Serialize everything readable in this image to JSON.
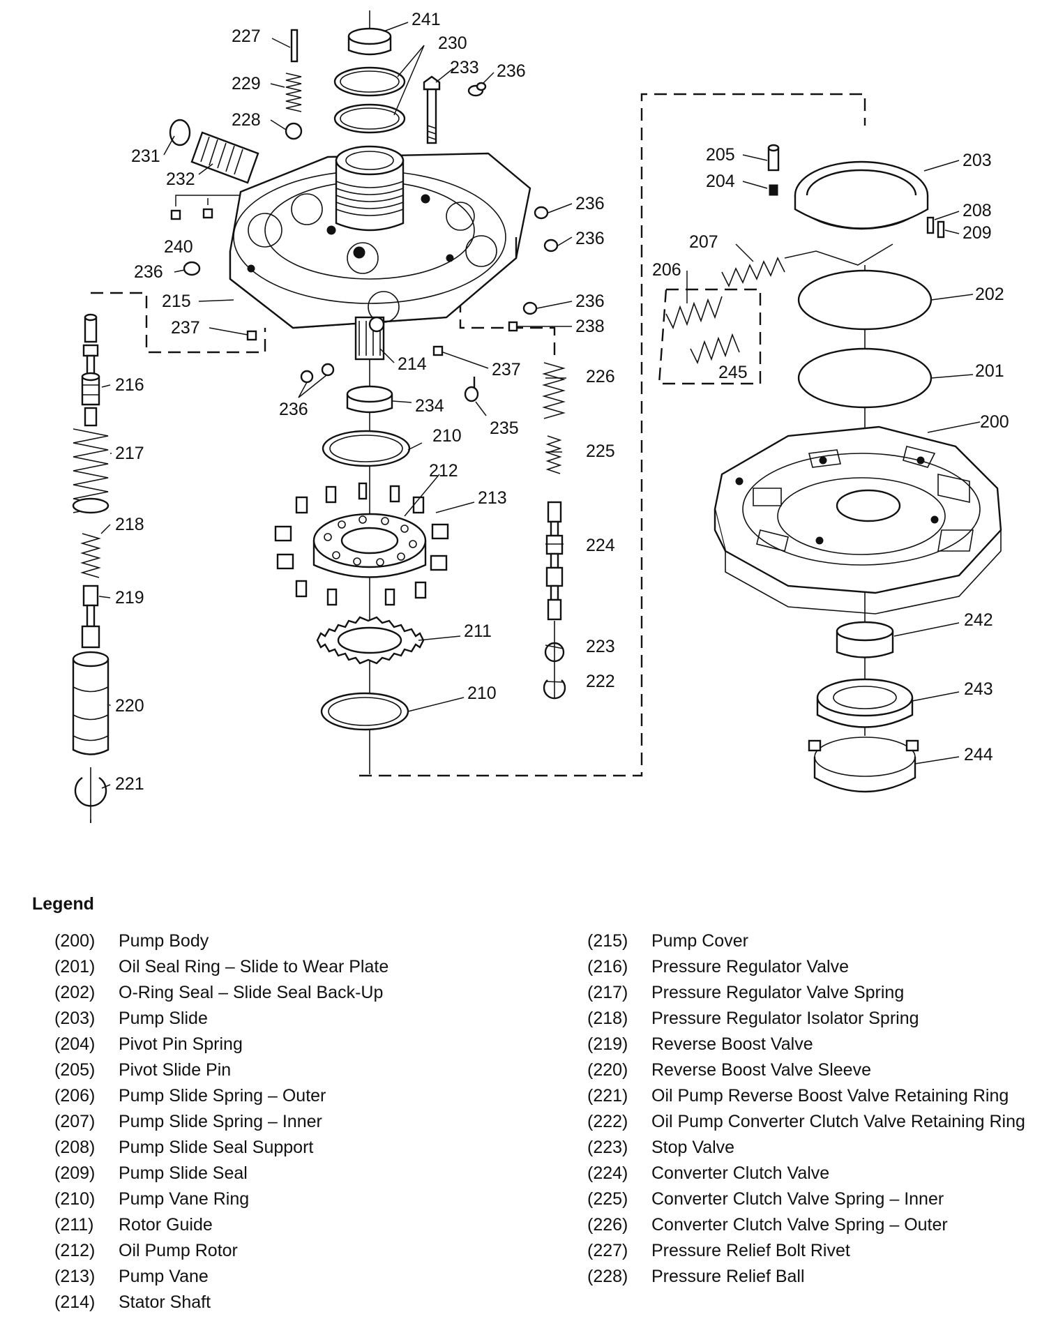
{
  "callouts": [
    "200",
    "201",
    "202",
    "203",
    "204",
    "205",
    "206",
    "207",
    "208",
    "209",
    "210",
    "210",
    "211",
    "212",
    "213",
    "214",
    "215",
    "216",
    "217",
    "218",
    "219",
    "220",
    "221",
    "222",
    "223",
    "224",
    "225",
    "226",
    "227",
    "228",
    "229",
    "230",
    "231",
    "232",
    "233",
    "234",
    "235",
    "236",
    "236",
    "236",
    "236",
    "236",
    "236",
    "236",
    "237",
    "237",
    "238",
    "240",
    "241",
    "242",
    "243",
    "244",
    "245"
  ],
  "legend": {
    "title": "Legend",
    "left": [
      {
        "num": "(200)",
        "name": "Pump Body"
      },
      {
        "num": "(201)",
        "name": "Oil Seal Ring – Slide to Wear Plate"
      },
      {
        "num": "(202)",
        "name": "O-Ring Seal – Slide Seal Back-Up"
      },
      {
        "num": "(203)",
        "name": "Pump Slide"
      },
      {
        "num": "(204)",
        "name": "Pivot Pin Spring"
      },
      {
        "num": "(205)",
        "name": "Pivot Slide Pin"
      },
      {
        "num": "(206)",
        "name": "Pump Slide Spring – Outer"
      },
      {
        "num": "(207)",
        "name": "Pump Slide Spring – Inner"
      },
      {
        "num": "(208)",
        "name": "Pump Slide Seal Support"
      },
      {
        "num": "(209)",
        "name": "Pump Slide Seal"
      },
      {
        "num": "(210)",
        "name": "Pump Vane Ring"
      },
      {
        "num": "(211)",
        "name": "Rotor Guide"
      },
      {
        "num": "(212)",
        "name": "Oil Pump Rotor"
      },
      {
        "num": "(213)",
        "name": "Pump Vane"
      },
      {
        "num": "(214)",
        "name": "Stator Shaft"
      }
    ],
    "right": [
      {
        "num": "(215)",
        "name": "Pump Cover"
      },
      {
        "num": "(216)",
        "name": "Pressure Regulator Valve"
      },
      {
        "num": "(217)",
        "name": "Pressure Regulator Valve Spring"
      },
      {
        "num": "(218)",
        "name": "Pressure Regulator Isolator Spring"
      },
      {
        "num": "(219)",
        "name": "Reverse Boost Valve"
      },
      {
        "num": "(220)",
        "name": "Reverse Boost Valve Sleeve"
      },
      {
        "num": "(221)",
        "name": "Oil Pump Reverse Boost Valve Retaining Ring"
      },
      {
        "num": "(222)",
        "name": "Oil Pump Converter Clutch Valve Retaining Ring"
      },
      {
        "num": "(223)",
        "name": "Stop Valve"
      },
      {
        "num": "(224)",
        "name": "Converter Clutch Valve"
      },
      {
        "num": "(225)",
        "name": "Converter Clutch Valve Spring – Inner"
      },
      {
        "num": "(226)",
        "name": "Converter Clutch Valve Spring – Outer"
      },
      {
        "num": "(227)",
        "name": "Pressure Relief Bolt Rivet"
      },
      {
        "num": "(228)",
        "name": "Pressure Relief Ball"
      }
    ]
  }
}
